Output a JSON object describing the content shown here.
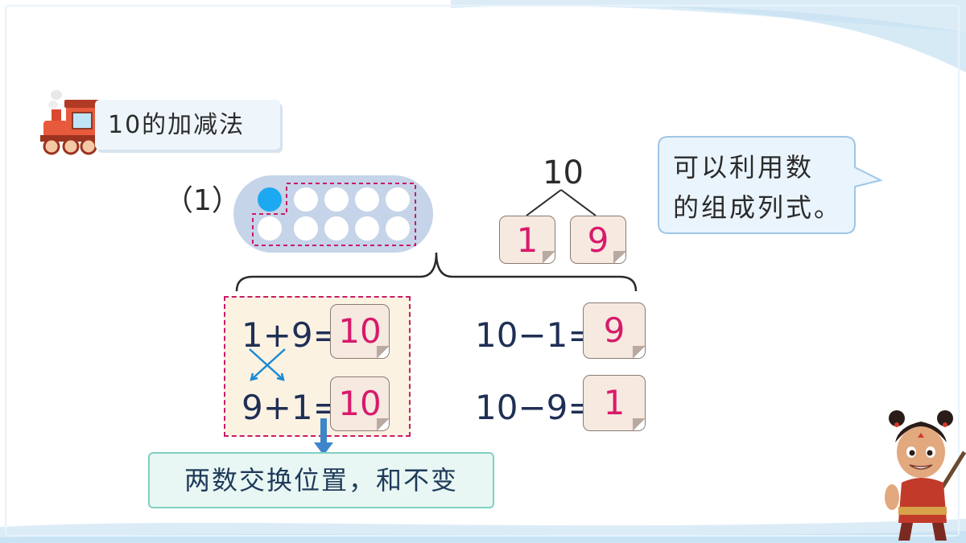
{
  "header": {
    "title": "10的加减法"
  },
  "question": {
    "number": "（1）"
  },
  "ten_frame": {
    "filled": 1,
    "total": 10
  },
  "decomposition": {
    "whole": "10",
    "part_a": "1",
    "part_b": "9"
  },
  "equations": {
    "add1": {
      "expr": "1+9=",
      "answer": "10"
    },
    "add2": {
      "expr": "9+1=",
      "answer": "10"
    },
    "sub1": {
      "expr": "10−1=",
      "answer": "9"
    },
    "sub2": {
      "expr": "10−9=",
      "answer": "1"
    }
  },
  "note": {
    "text": "两数交换位置，和不变"
  },
  "speech_bubble": {
    "line1": "可以利用数",
    "line2": "的组成列式。"
  },
  "colors": {
    "accent_pink": "#d81a6b",
    "blue_dot": "#1da8f2",
    "frame": "#c5d4e8",
    "navy_text": "#1f2f55"
  }
}
